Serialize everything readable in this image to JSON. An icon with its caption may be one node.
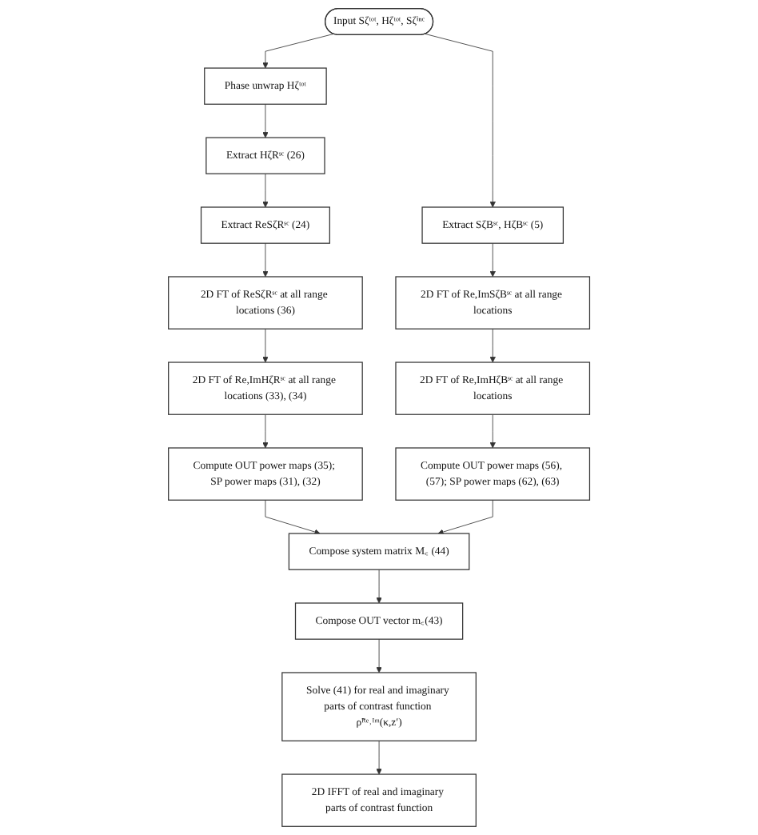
{
  "diagram": {
    "nodes": [
      {
        "text": [
          "Input Sζᵗᵒᵗ, Hζᵗᵒᵗ, Sζⁱⁿᶜ"
        ]
      },
      {
        "text": [
          "Phase unwrap Hζᵗᵒᵗ"
        ]
      },
      {
        "text": [
          "Extract HζRˢᶜ (26)"
        ]
      },
      {
        "text": [
          "Extract ReSζRˢᶜ (24)"
        ]
      },
      {
        "text": [
          "2D FT of ReSζRˢᶜ at all range locations (36)"
        ]
      },
      {
        "text": [
          "2D FT of Re,ImHζRˢᶜ at all range locations (33), (34)"
        ]
      },
      {
        "text": [
          "Compute OUT power maps (35); SP power maps (31), (32)"
        ]
      },
      {
        "text": [
          "Extract SζBˢᶜ, HζBˢᶜ (5)"
        ]
      },
      {
        "text": [
          "2D FT of Re,ImSζBˢᶜ at all range locations"
        ]
      },
      {
        "text": [
          "2D FT of Re,ImHζBˢᶜ at all range locations"
        ]
      },
      {
        "text": [
          "Compute OUT power maps (56), (57); SP power maps (62), (63)"
        ]
      },
      {
        "text": [
          "Compose system matrix M꜀ (44)"
        ]
      },
      {
        "text": [
          "Compose OUT vector m꜀(43)"
        ]
      },
      {
        "text": [
          "Solve (41) for real and imaginary parts of contrast function ρ̃ᴿᵉ˒ᴵᵐ(κ,z′)"
        ]
      },
      {
        "text": [
          "2D IFFT of real and imaginary parts of contrast function"
        ]
      }
    ],
    "edges": [
      {
        "from": 0,
        "to": 1,
        "arrow": "to"
      },
      {
        "from": 1,
        "to": 2,
        "arrow": "to"
      },
      {
        "from": 2,
        "to": 3,
        "arrow": "to"
      },
      {
        "from": 3,
        "to": 4,
        "arrow": "to"
      },
      {
        "from": 4,
        "to": 5,
        "arrow": "to"
      },
      {
        "from": 5,
        "to": 6,
        "arrow": "to"
      },
      {
        "from": 6,
        "to": 11,
        "arrow": "to"
      },
      {
        "from": 0,
        "to": 7,
        "arrow": "to"
      },
      {
        "from": 7,
        "to": 8,
        "arrow": "to"
      },
      {
        "from": 8,
        "to": 9,
        "arrow": "to"
      },
      {
        "from": 9,
        "to": 10,
        "arrow": "to"
      },
      {
        "from": 10,
        "to": 11,
        "arrow": "to"
      },
      {
        "from": 11,
        "to": 12,
        "arrow": "to"
      },
      {
        "from": 12,
        "to": 13,
        "arrow": "to"
      },
      {
        "from": 13,
        "to": 14,
        "arrow": "to"
      }
    ]
  }
}
